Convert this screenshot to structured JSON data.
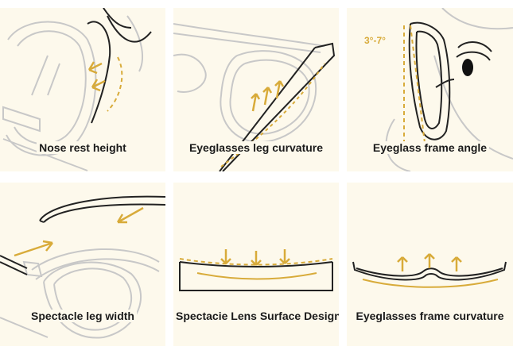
{
  "panels": [
    {
      "caption": "Nose rest height"
    },
    {
      "caption": "Eyeglasses leg curvature"
    },
    {
      "caption": "Eyeglass frame angle",
      "angle_label": "3°-7°"
    },
    {
      "caption": "Spectacle leg width"
    },
    {
      "caption": "Spectacie Lens Surface Design"
    },
    {
      "caption": "Eyeglasses frame curvature"
    }
  ],
  "colors": {
    "panel_background": "#fdf9ec",
    "line_gray": "#c8c8c8",
    "line_dark": "#222222",
    "accent_gold": "#d8ab3a"
  }
}
